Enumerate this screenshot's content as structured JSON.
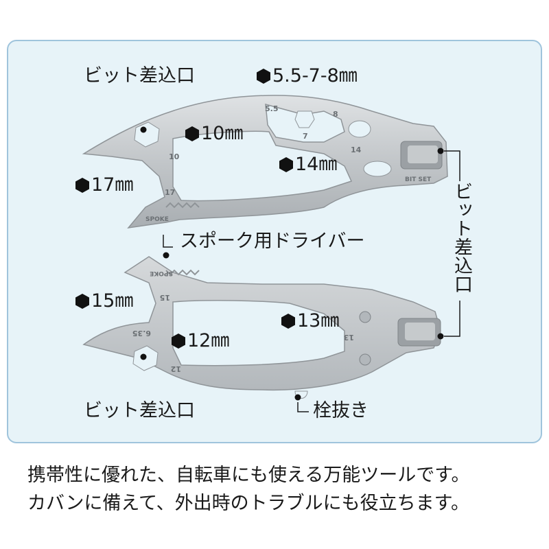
{
  "labels": {
    "bit_insert_top": "ビット差込口",
    "hex_5_5_7_8": "5.5-7-8㎜",
    "hex_10": "10㎜",
    "hex_14": "14㎜",
    "hex_17": "17㎜",
    "spoke_driver": "スポーク用ドライバー",
    "bit_insert_right": "ビット差込口",
    "hex_15": "15㎜",
    "hex_13": "13㎜",
    "hex_12": "12㎜",
    "bit_insert_bottom": "ビット差込口",
    "cork_puller": "栓抜き"
  },
  "engravings": {
    "top": [
      "5.5",
      "8",
      "7",
      "14",
      "10",
      "17",
      "SPOKE",
      "BIT SET"
    ],
    "bottom": [
      "SPOKE",
      "15",
      "6.35",
      "12",
      "13"
    ]
  },
  "caption": {
    "line1": "携帯性に優れた、自転車にも使える万能ツールです。",
    "line2": "カバンに備えて、外出時のトラブルにも役立ちます。"
  },
  "colors": {
    "panel_bg": "#e7f3f8",
    "panel_border": "#9fc4dc",
    "metal": "#c4c8cb"
  }
}
